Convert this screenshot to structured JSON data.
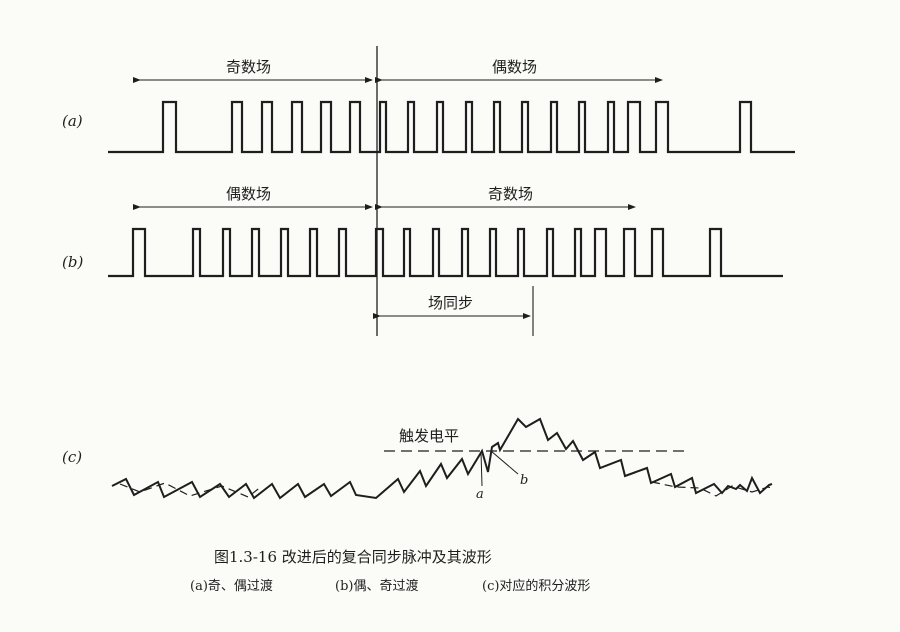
{
  "panel_a": {
    "marker": "(a)",
    "left_field": "奇数场",
    "right_field": "偶数场"
  },
  "panel_b": {
    "marker": "(b)",
    "left_field": "偶数场",
    "right_field": "奇数场",
    "sync_label": "场同步"
  },
  "panel_c": {
    "marker": "(c)",
    "trigger_label": "触发电平",
    "point_a": "a",
    "point_b": "b"
  },
  "caption": {
    "title": "图1.3-16  改进后的复合同步脉冲及其波形",
    "sub_a": "(a)奇、偶过渡",
    "sub_b": "(b)偶、奇过渡",
    "sub_c": "(c)对应的积分波形"
  },
  "colors": {
    "ink": "#1e1e1e",
    "paper": "#fbfbf8"
  }
}
